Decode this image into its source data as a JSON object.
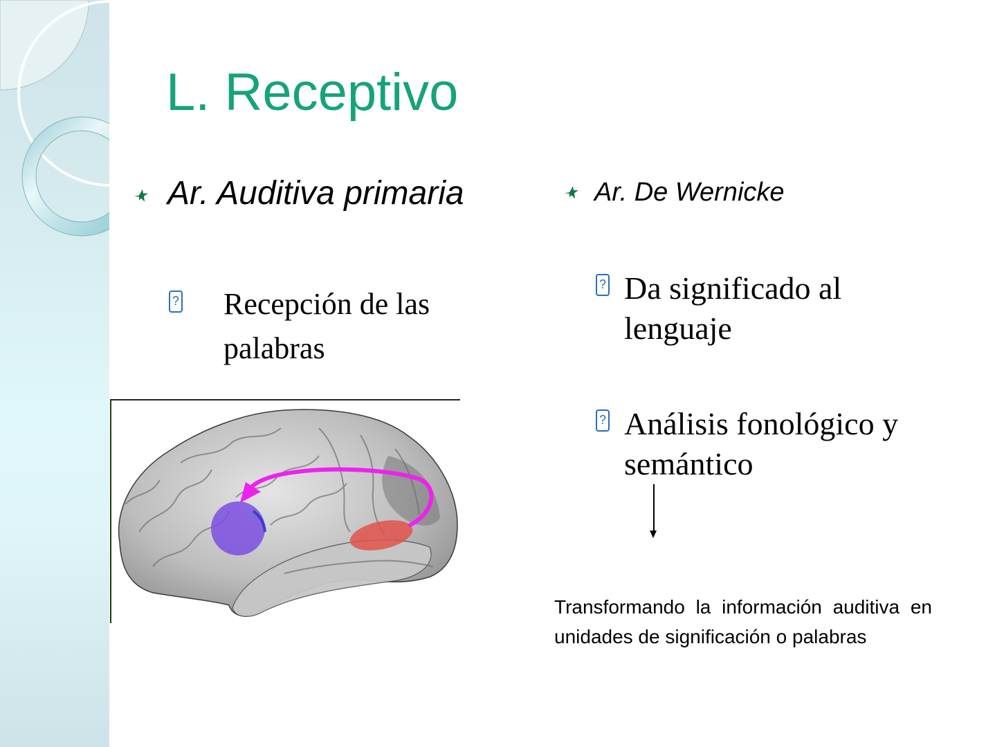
{
  "slide": {
    "title": "L. Receptivo",
    "colors": {
      "title": "#17a37a",
      "bullet_star": "#0f7a45",
      "question_box": "#2a6ebb",
      "band_gradient_top": "#cfe3e8",
      "band_gradient_mid": "#e0f7f9",
      "highlight_primary_auditory": "#7b4fe0",
      "highlight_wernicke": "#e0534a",
      "pathway_arrow": "#ee22ee"
    },
    "left_column": {
      "heading": "Ar. Auditiva primaria",
      "heading_icon": "star-bullet-icon",
      "items": [
        {
          "icon": "question-box-icon",
          "text": "Recepción de las palabras"
        }
      ],
      "image": {
        "description": "Lateral view of brain with highlighted auditory regions and pathway arrow",
        "regions": [
          {
            "name": "purple-region",
            "color": "#7b4fe0"
          },
          {
            "name": "red-region",
            "color": "#e0534a"
          }
        ]
      }
    },
    "right_column": {
      "heading": "Ar. De Wernicke",
      "heading_icon": "star-bullet-icon",
      "items": [
        {
          "icon": "question-box-icon",
          "line1": "Da significado al",
          "line2": "lenguaje"
        },
        {
          "icon": "question-box-icon",
          "line1": "Análisis fonológico y",
          "line2": "semántico"
        }
      ],
      "note": "Transformando la información auditiva en unidades de significación o palabras"
    }
  },
  "icons": {
    "star": "✦",
    "question": "?"
  }
}
